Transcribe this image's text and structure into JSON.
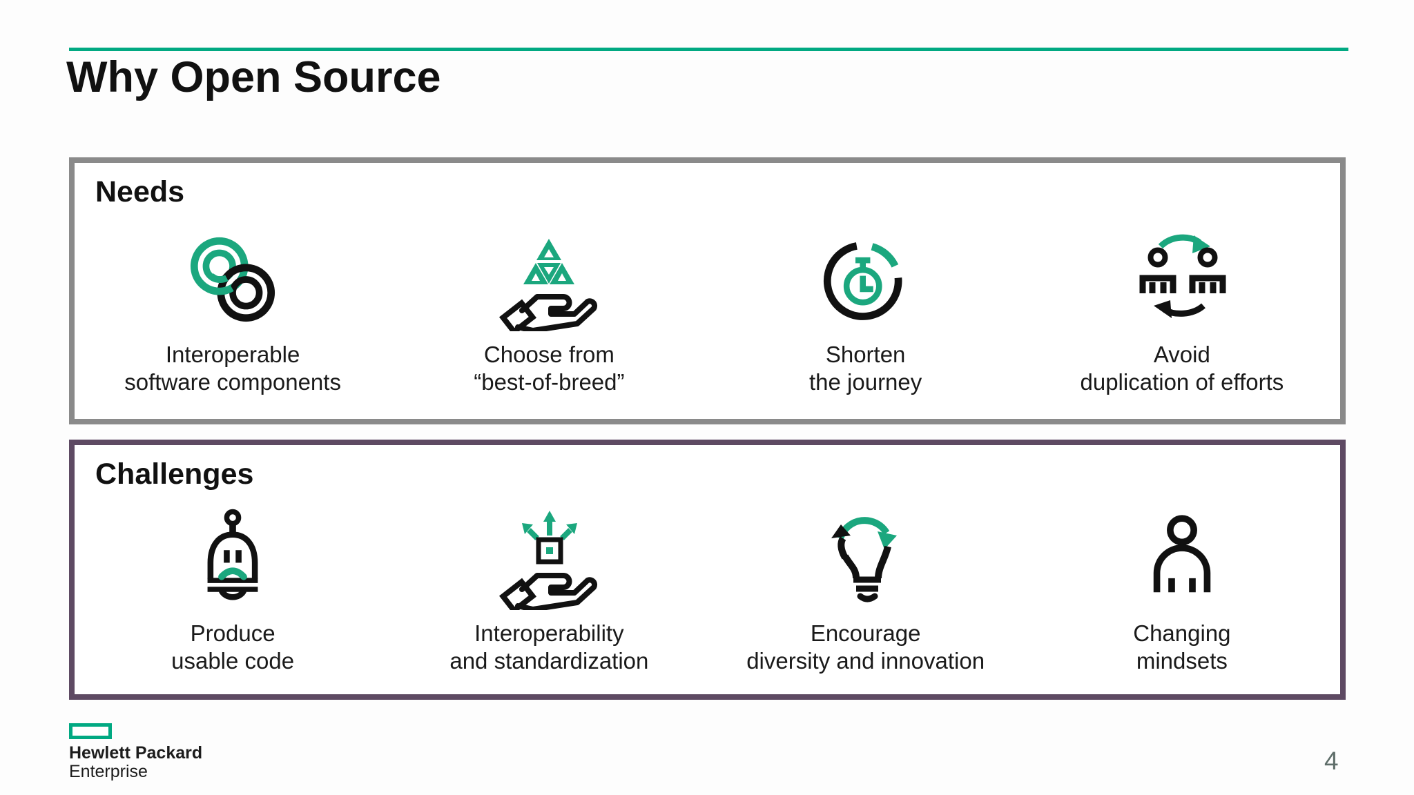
{
  "slide": {
    "title": "Why Open Source",
    "page_number": "4",
    "colors": {
      "accent_rule": "#01A982",
      "icon_green": "#1BA77E",
      "needs_border": "#8A8A8A",
      "challenges_border": "#5E4A63",
      "page_number_gray": "#5F6E6A"
    },
    "footer": {
      "logo_icon": "hpe-logo-mark-icon",
      "brand_line1": "Hewlett Packard",
      "brand_line2": "Enterprise"
    }
  },
  "sections": [
    {
      "title": "Needs",
      "items": [
        {
          "icon": "interlocking-rings-icon",
          "line1": "Interoperable",
          "line2": "software components"
        },
        {
          "icon": "hand-offering-triangles-icon",
          "line1": "Choose from",
          "line2": "“best-of-breed”"
        },
        {
          "icon": "stopwatch-progress-icon",
          "line1": "Shorten",
          "line2": "the journey"
        },
        {
          "icon": "people-exchange-arrows-icon",
          "line1": "Avoid",
          "line2": "duplication of efforts"
        }
      ]
    },
    {
      "title": "Challenges",
      "items": [
        {
          "icon": "sad-bell-icon",
          "line1": "Produce",
          "line2": "usable code"
        },
        {
          "icon": "hand-expanding-arrows-icon",
          "line1": "Interoperability",
          "line2": "and standardization"
        },
        {
          "icon": "lightbulb-cycle-arrows-icon",
          "line1": "Encourage",
          "line2": "diversity and innovation"
        },
        {
          "icon": "person-icon",
          "line1": "Changing",
          "line2": "mindsets"
        }
      ]
    }
  ]
}
